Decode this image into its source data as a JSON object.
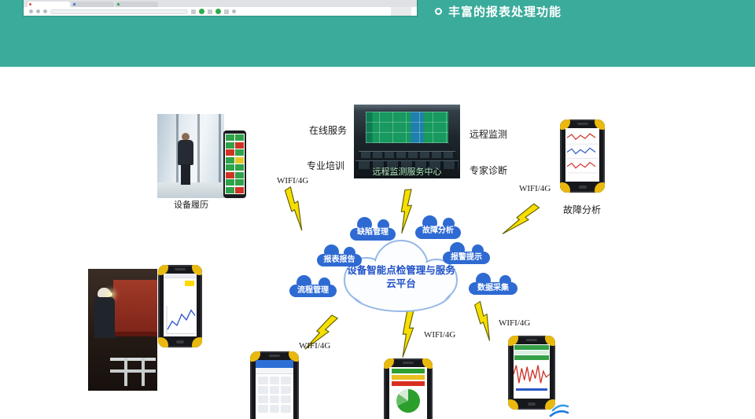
{
  "slide": {
    "title": "丰富的报表处理功能"
  },
  "diagram": {
    "platform_cloud": {
      "line1": "设备智能点检管理与服务",
      "line2": "云平台"
    },
    "feature_clouds": [
      {
        "label": "缺陷管理"
      },
      {
        "label": "故障分析"
      },
      {
        "label": "报表报告"
      },
      {
        "label": "报警提示"
      },
      {
        "label": "流程管理"
      },
      {
        "label": "数据采集"
      }
    ],
    "service_labels": {
      "online_service": "在线服务",
      "remote_monitoring": "远程监测",
      "professional_training": "专业培训",
      "expert_diagnosis": "专家诊断"
    },
    "captions": {
      "equipment_history": "设备履历",
      "fault_analysis": "故障分析",
      "monitoring_center": "远程监测服务中心"
    },
    "connection_labels": [
      "WIFI/4G",
      "WIFI/4G",
      "WIFI/4G",
      "WIFI/4G",
      "WIFI/4G"
    ]
  },
  "colors": {
    "header_teal": "#3BAB9B",
    "feature_cloud_blue": "#2E6AD2",
    "platform_text_blue": "#2050C8",
    "bolt_yellow": "#F6DE00",
    "phone_accent_yellow": "#E9B90F"
  }
}
